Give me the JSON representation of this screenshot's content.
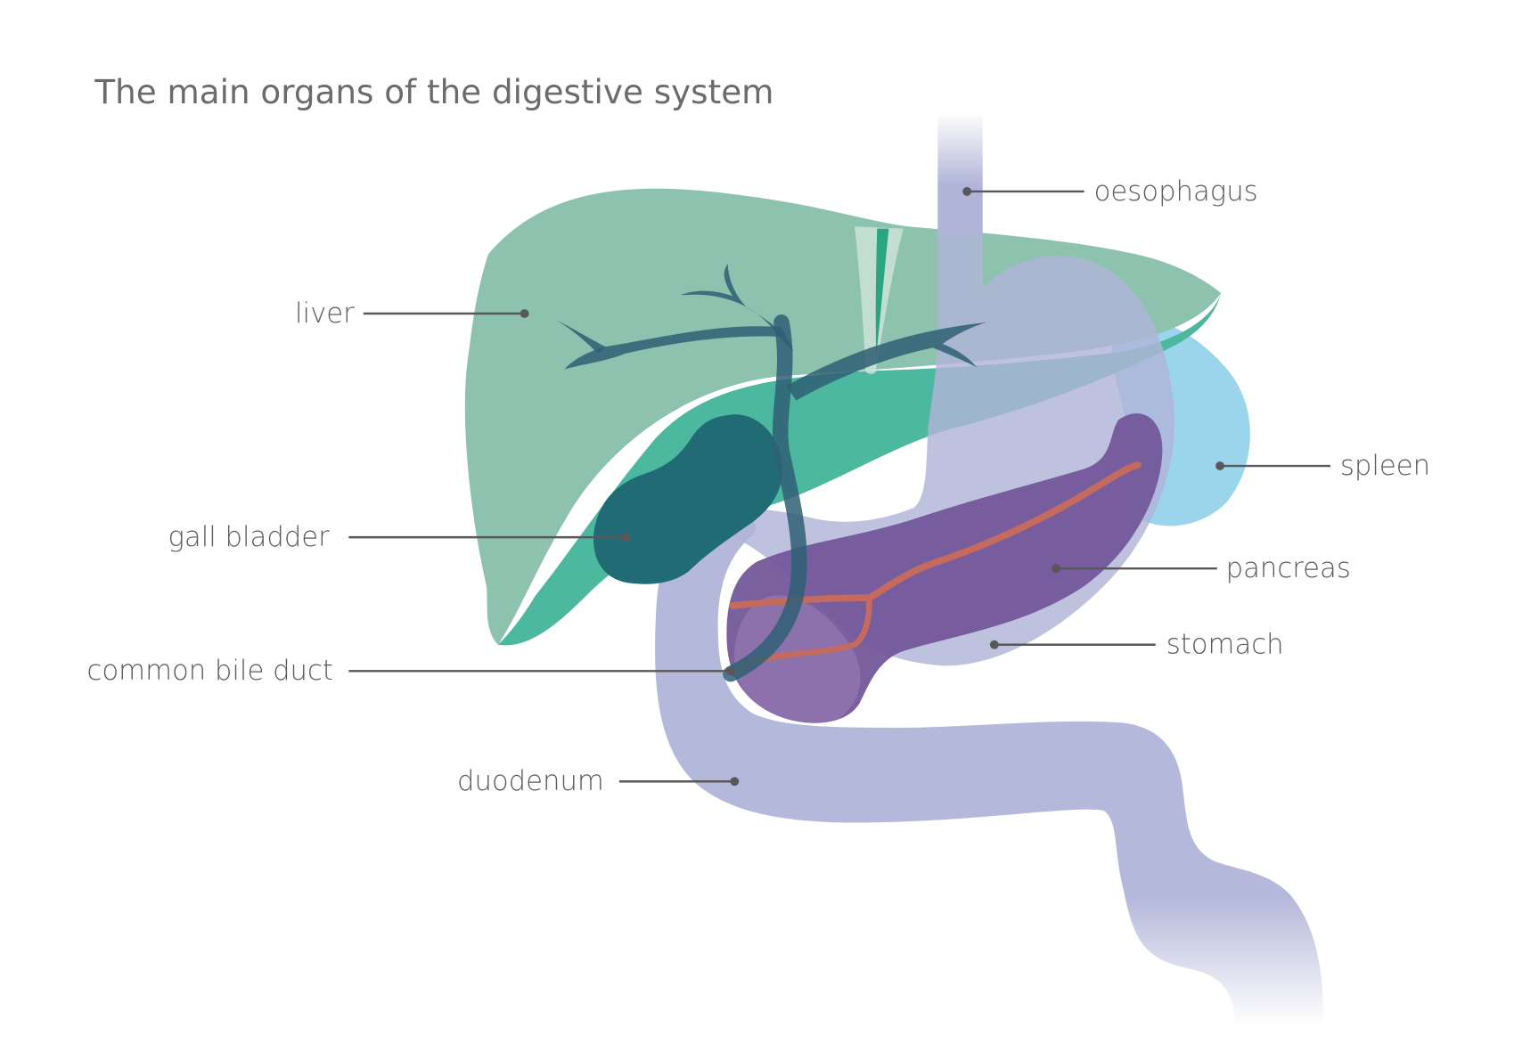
{
  "title": "The main organs of the digestive system",
  "colors": {
    "liver_light": "#8dc3ae",
    "liver_dark": "#4db8a0",
    "gall_bladder": "#216b74",
    "bile_duct": "#2f5f74",
    "stomach": "#b0b4d8",
    "pancreas": "#73579a",
    "pancreatic_duct": "#c46a5e",
    "spleen": "#9ad5ec",
    "label_text": "#5a5a5c"
  },
  "labels": {
    "oesophagus": "oesophagus",
    "liver": "liver",
    "spleen": "spleen",
    "gall_bladder": "gall bladder",
    "pancreas": "pancreas",
    "stomach": "stomach",
    "common_bile_duct": "common bile duct",
    "duodenum": "duodenum"
  }
}
